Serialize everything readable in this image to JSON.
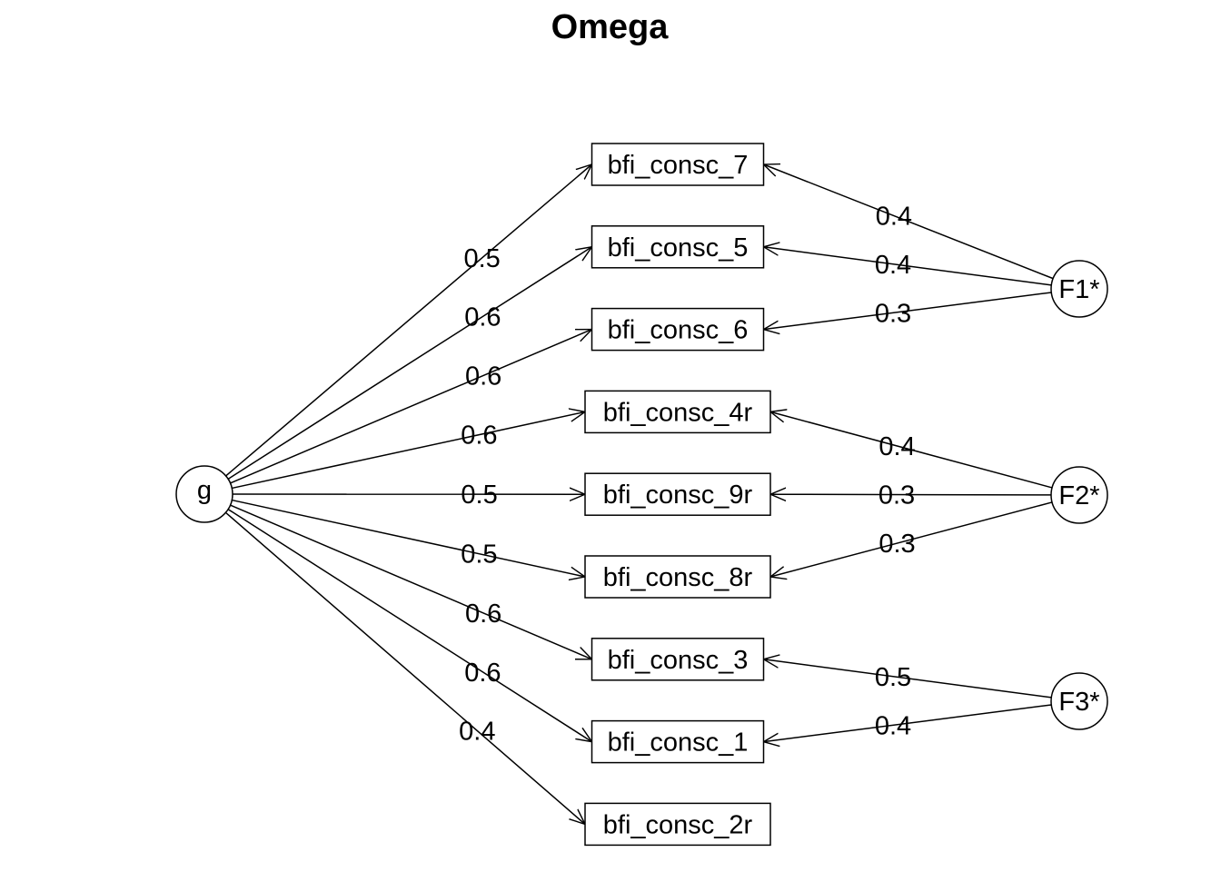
{
  "title": "Omega",
  "general_factor": {
    "id": "g",
    "label": "g"
  },
  "group_factors": [
    {
      "id": "F1",
      "label": "F1*"
    },
    {
      "id": "F2",
      "label": "F2*"
    },
    {
      "id": "F3",
      "label": "F3*"
    }
  ],
  "items": [
    {
      "id": "bfi_consc_7",
      "label": "bfi_consc_7"
    },
    {
      "id": "bfi_consc_5",
      "label": "bfi_consc_5"
    },
    {
      "id": "bfi_consc_6",
      "label": "bfi_consc_6"
    },
    {
      "id": "bfi_consc_4r",
      "label": "bfi_consc_4r"
    },
    {
      "id": "bfi_consc_9r",
      "label": "bfi_consc_9r"
    },
    {
      "id": "bfi_consc_8r",
      "label": "bfi_consc_8r"
    },
    {
      "id": "bfi_consc_3",
      "label": "bfi_consc_3"
    },
    {
      "id": "bfi_consc_1",
      "label": "bfi_consc_1"
    },
    {
      "id": "bfi_consc_2r",
      "label": "bfi_consc_2r"
    }
  ],
  "general_loadings": [
    {
      "item": "bfi_consc_7",
      "value": "0.5"
    },
    {
      "item": "bfi_consc_5",
      "value": "0.6"
    },
    {
      "item": "bfi_consc_6",
      "value": "0.6"
    },
    {
      "item": "bfi_consc_4r",
      "value": "0.6"
    },
    {
      "item": "bfi_consc_9r",
      "value": "0.5"
    },
    {
      "item": "bfi_consc_8r",
      "value": "0.5"
    },
    {
      "item": "bfi_consc_3",
      "value": "0.6"
    },
    {
      "item": "bfi_consc_1",
      "value": "0.6"
    },
    {
      "item": "bfi_consc_2r",
      "value": "0.4"
    }
  ],
  "group_loadings": [
    {
      "factor": "F1",
      "item": "bfi_consc_7",
      "value": "0.4"
    },
    {
      "factor": "F1",
      "item": "bfi_consc_5",
      "value": "0.4"
    },
    {
      "factor": "F1",
      "item": "bfi_consc_6",
      "value": "0.3"
    },
    {
      "factor": "F2",
      "item": "bfi_consc_4r",
      "value": "0.4"
    },
    {
      "factor": "F2",
      "item": "bfi_consc_9r",
      "value": "0.3"
    },
    {
      "factor": "F2",
      "item": "bfi_consc_8r",
      "value": "0.3"
    },
    {
      "factor": "F3",
      "item": "bfi_consc_3",
      "value": "0.5"
    },
    {
      "factor": "F3",
      "item": "bfi_consc_1",
      "value": "0.4"
    }
  ]
}
